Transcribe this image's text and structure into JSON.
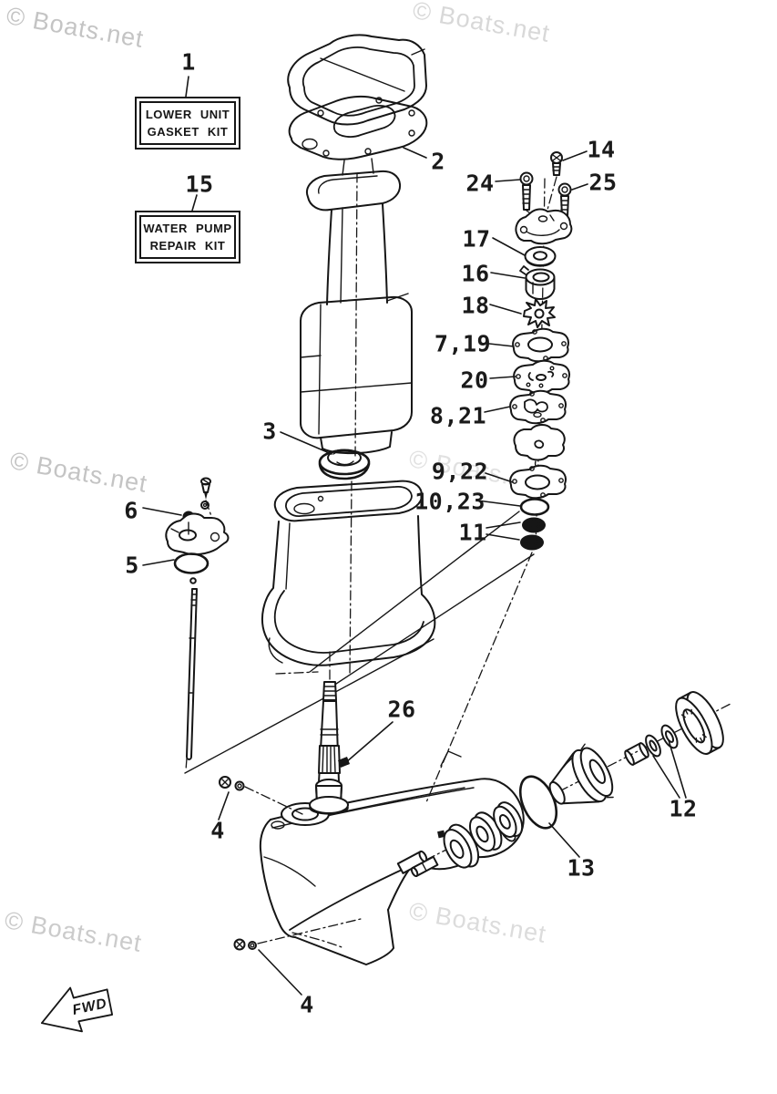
{
  "diagram": {
    "type": "outboard-lower-unit-exploded-parts-diagram",
    "watermark": "© Boats.net",
    "fwd_arrow": "FWD",
    "line_color": "#161616",
    "watermark_colors": [
      "#c4c4c4",
      "#d8d8d8",
      "#e1e1e1",
      "#dcdcdc"
    ],
    "kit_boxes": [
      {
        "callout": "1",
        "line1": "LOWER UNIT",
        "line2": "GASKET KIT"
      },
      {
        "callout": "15",
        "line1": "WATER PUMP",
        "line2": "REPAIR KIT"
      }
    ],
    "callouts": [
      {
        "text": "2"
      },
      {
        "text": "14"
      },
      {
        "text": "24"
      },
      {
        "text": "25"
      },
      {
        "text": "17"
      },
      {
        "text": "16"
      },
      {
        "text": "18"
      },
      {
        "text": "7,19"
      },
      {
        "text": "20"
      },
      {
        "text": "8,21"
      },
      {
        "text": "9,22"
      },
      {
        "text": "10,23"
      },
      {
        "text": "11"
      },
      {
        "text": "3"
      },
      {
        "text": "6"
      },
      {
        "text": "5"
      },
      {
        "text": "26"
      },
      {
        "text": "4"
      },
      {
        "text": "12"
      },
      {
        "text": "13"
      },
      {
        "text": "4"
      }
    ]
  }
}
